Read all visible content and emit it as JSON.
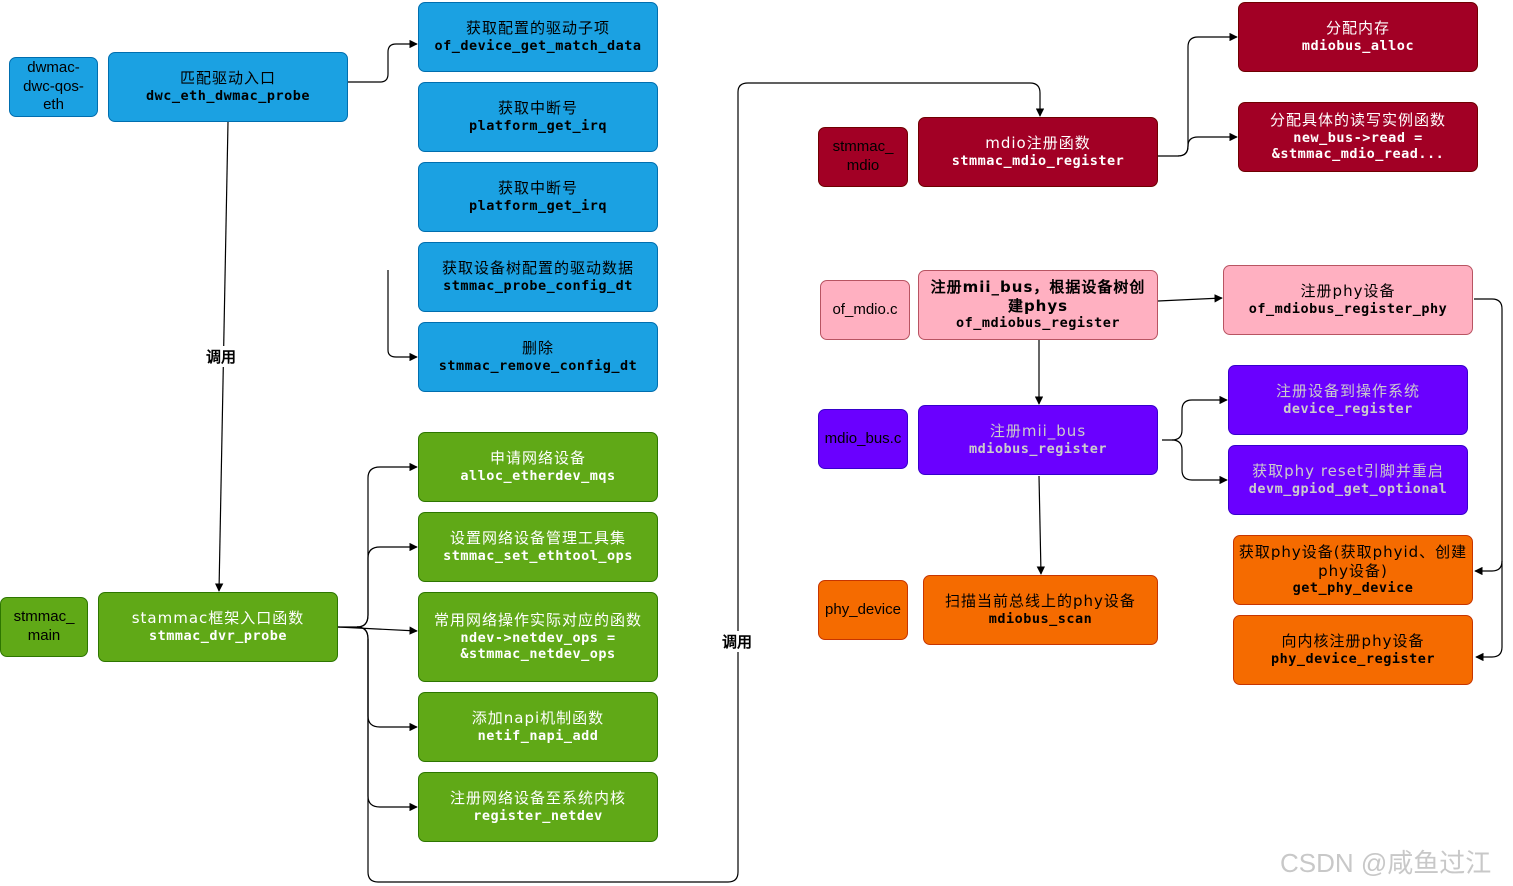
{
  "file_labels": {
    "dwmac": "dwmac-\ndwc-qos-\neth",
    "stmmac_main": "stmmac_\nmain",
    "stmmac_mdio": "stmmac_\nmdio",
    "of_mdio": "of_mdio.c",
    "mdio_bus": "mdio_bus.c",
    "phy_device": "phy_device"
  },
  "boxes": {
    "probe": {
      "zh": "匹配驱动入口",
      "code": "dwc_eth_dwmac_probe"
    },
    "match_data": {
      "zh": "获取配置的驱动子项",
      "code": "of_device_get_match_data"
    },
    "irq1": {
      "zh": "获取中断号",
      "code": "platform_get_irq"
    },
    "irq2": {
      "zh": "获取中断号",
      "code": "platform_get_irq"
    },
    "config_dt": {
      "zh": "获取设备树配置的驱动数据",
      "code": "stmmac_probe_config_dt"
    },
    "remove_dt": {
      "zh": "删除",
      "code": "stmmac_remove_config_dt"
    },
    "dvr_probe": {
      "zh": "stammac框架入口函数",
      "code": "stmmac_dvr_probe"
    },
    "alloc_etherdev": {
      "zh": "申请网络设备",
      "code": "alloc_etherdev_mqs"
    },
    "ethtool": {
      "zh": "设置网络设备管理工具集",
      "code": "stmmac_set_ethtool_ops"
    },
    "netdev_ops": {
      "zh": "常用网络操作实际对应的函数",
      "code": "ndev->netdev_ops =\n&stmmac_netdev_ops"
    },
    "napi": {
      "zh": "添加napi机制函数",
      "code": "netif_napi_add"
    },
    "register_netdev": {
      "zh": "注册网络设备至系统内核",
      "code": "register_netdev"
    },
    "mdio_register": {
      "zh": "mdio注册函数",
      "code": "stmmac_mdio_register"
    },
    "mdiobus_alloc": {
      "zh": "分配内存",
      "code": "mdiobus_alloc"
    },
    "read_write": {
      "zh": "分配具体的读写实例函数",
      "code": "new_bus->read =\n&stmmac_mdio_read..."
    },
    "of_mdiobus_register": {
      "zh": "注册mii_bus，根据设备树创建phys",
      "code": "of_mdiobus_register"
    },
    "register_phy": {
      "zh": "注册phy设备",
      "code": "of_mdiobus_register_phy"
    },
    "mdiobus_register": {
      "zh": "注册mii_bus",
      "code": "mdiobus_register"
    },
    "device_register": {
      "zh": "注册设备到操作系统",
      "code": "device_register"
    },
    "gpiod": {
      "zh": "获取phy reset引脚并重启",
      "code": "devm_gpiod_get_optional"
    },
    "mdiobus_scan": {
      "zh": "扫描当前总线上的phy设备",
      "code": "mdiobus_scan"
    },
    "get_phy_device": {
      "zh": "获取phy设备(获取phyid、创建phy设备)",
      "code": "get_phy_device"
    },
    "phy_device_register": {
      "zh": "向内核注册phy设备",
      "code": "phy_device_register"
    }
  },
  "edge_labels": {
    "call1": "调用",
    "call2": "调用"
  },
  "watermark": "CSDN @咸鱼过江",
  "colors": {
    "blue": "#1ba1e2",
    "green": "#60a917",
    "red": "#a20025",
    "pink": "#ffb0c1",
    "purple": "#6a00ff",
    "orange": "#f56b00"
  }
}
